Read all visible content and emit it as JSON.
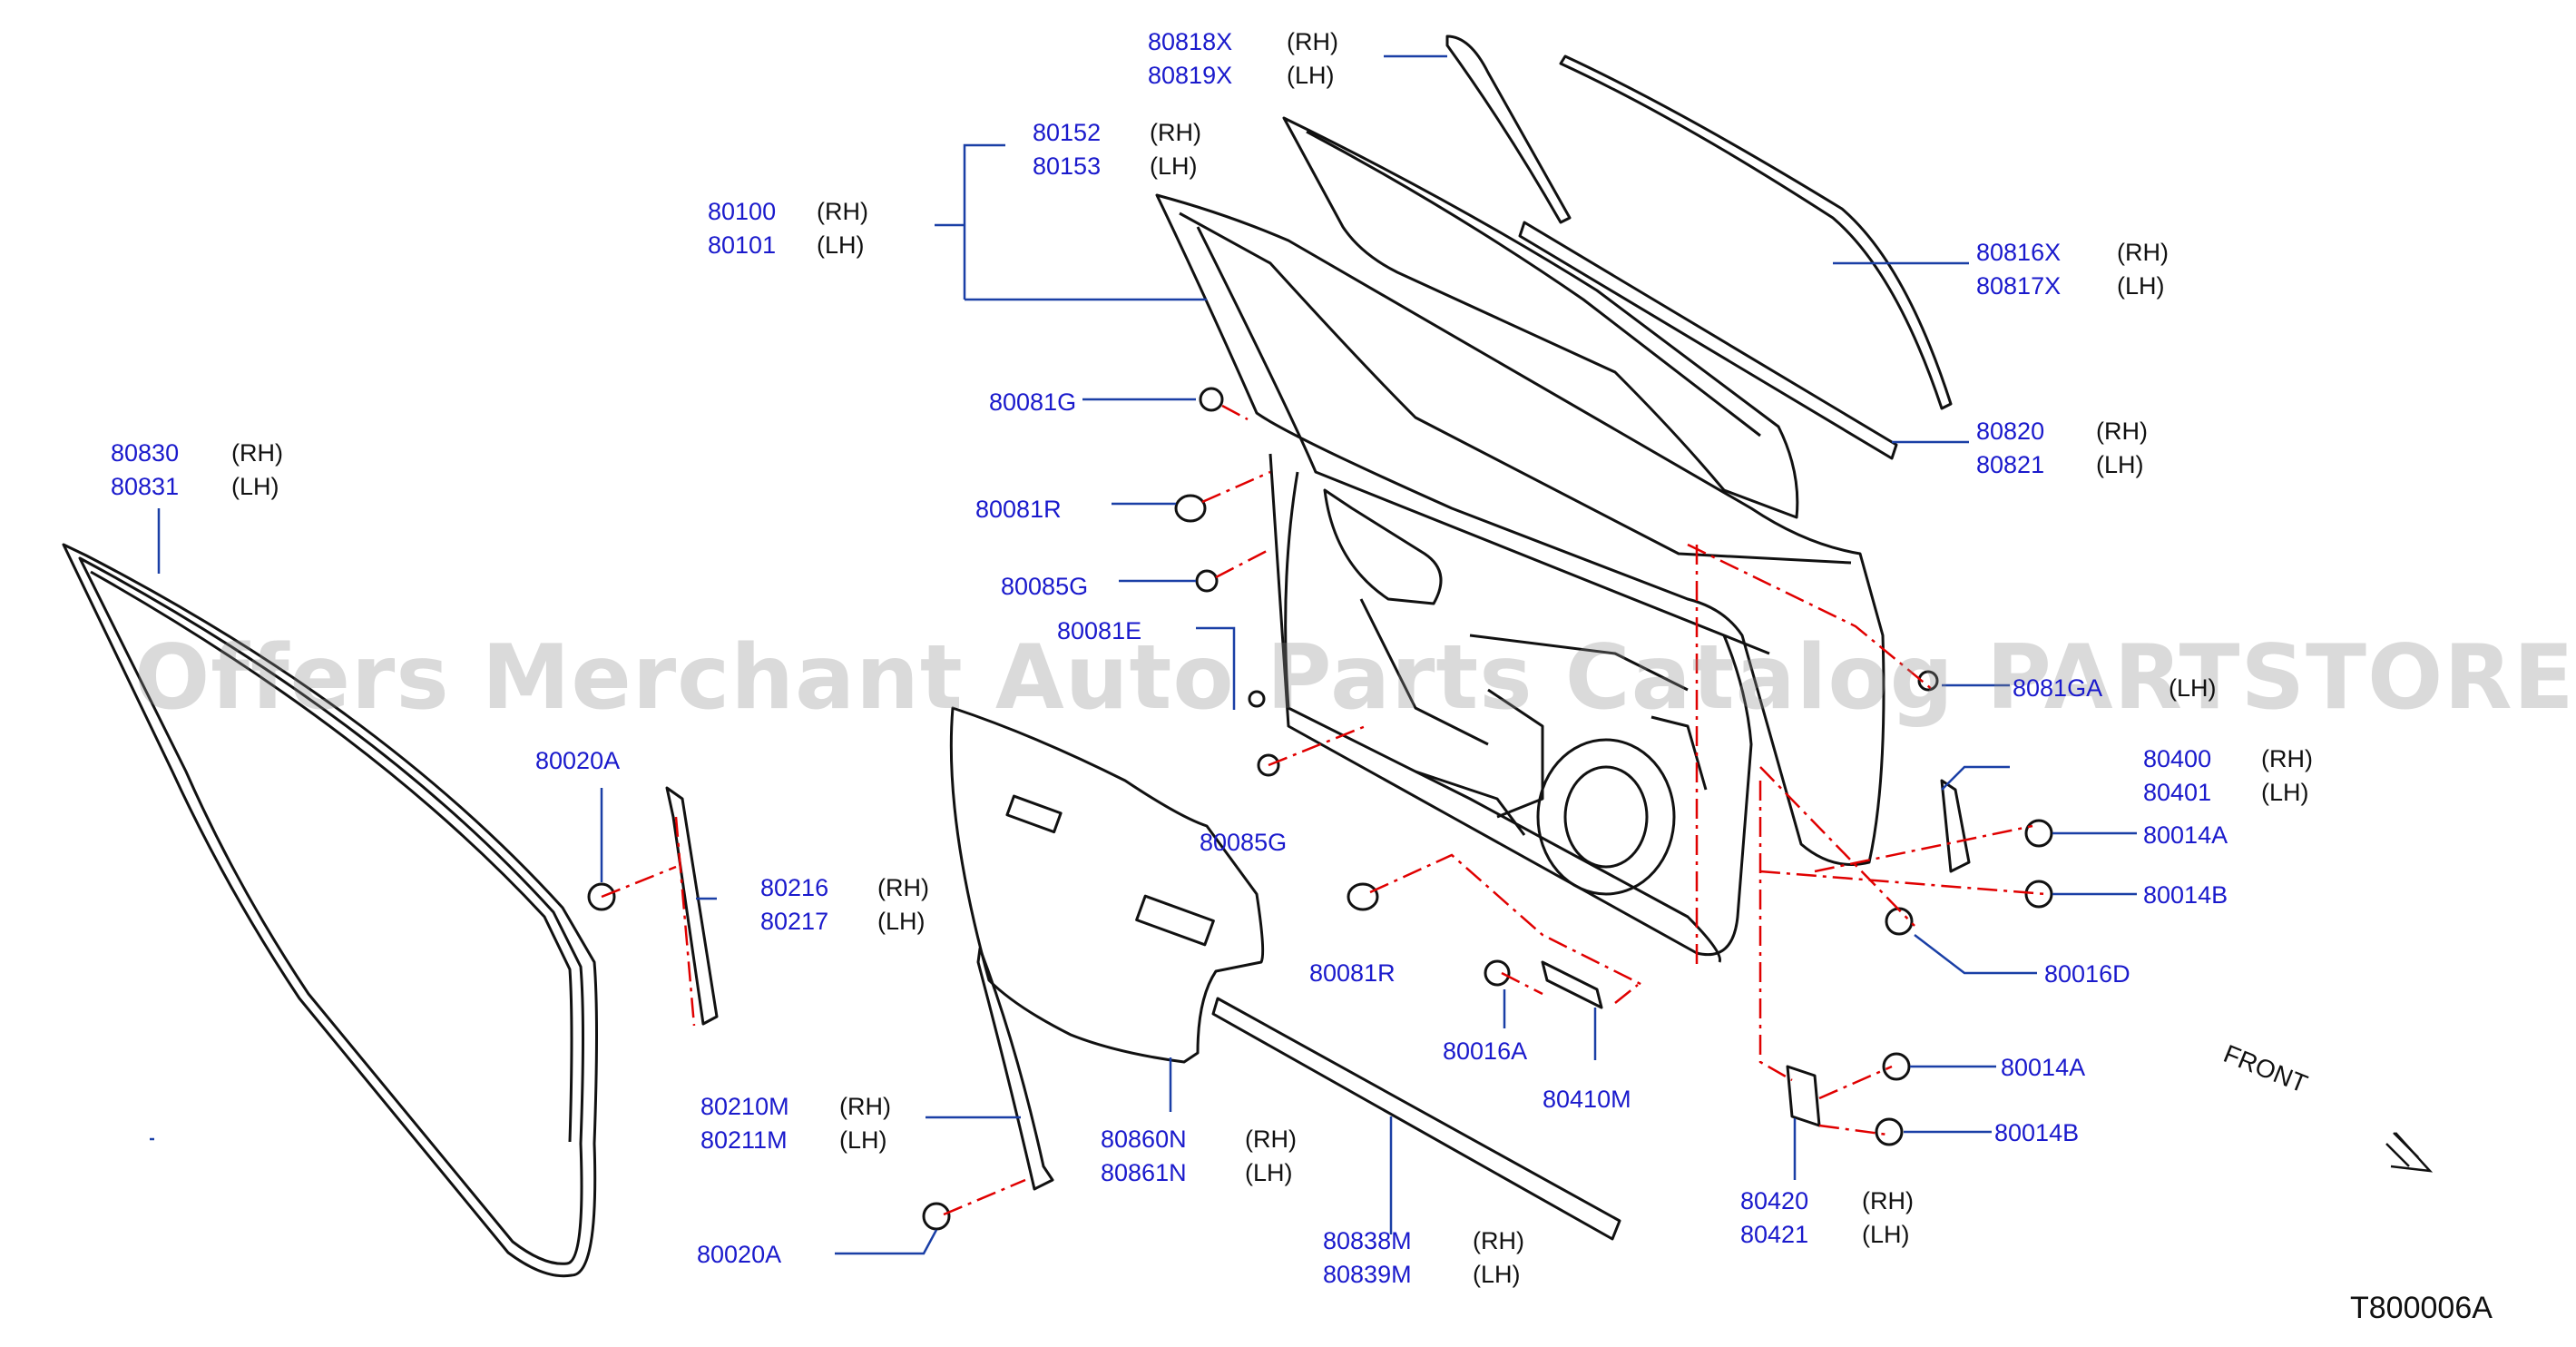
{
  "labels": [
    {
      "id": "80818X",
      "num": "80818X",
      "side": "(RH)"
    },
    {
      "id": "80819X",
      "num": "80819X",
      "side": "(LH)"
    },
    {
      "id": "80152",
      "num": "80152",
      "side": "(RH)"
    },
    {
      "id": "80153",
      "num": "80153",
      "side": "(LH)"
    },
    {
      "id": "80100",
      "num": "80100",
      "side": "(RH)"
    },
    {
      "id": "80101",
      "num": "80101",
      "side": "(LH)"
    },
    {
      "id": "80816X",
      "num": "80816X",
      "side": "(RH)"
    },
    {
      "id": "80817X",
      "num": "80817X",
      "side": "(LH)"
    },
    {
      "id": "80081G",
      "num": "80081G",
      "side": ""
    },
    {
      "id": "80820",
      "num": "80820",
      "side": "(RH)"
    },
    {
      "id": "80821",
      "num": "80821",
      "side": "(LH)"
    },
    {
      "id": "80830",
      "num": "80830",
      "side": "(RH)"
    },
    {
      "id": "80831",
      "num": "80831",
      "side": "(LH)"
    },
    {
      "id": "80081R-top",
      "num": "80081R",
      "side": ""
    },
    {
      "id": "80085G-top",
      "num": "80085G",
      "side": ""
    },
    {
      "id": "80081E",
      "num": "80081E",
      "side": ""
    },
    {
      "id": "8081GA",
      "num": "8081GA",
      "side": "(LH)"
    },
    {
      "id": "80400",
      "num": "80400",
      "side": "(RH)"
    },
    {
      "id": "80401",
      "num": "80401",
      "side": "(LH)"
    },
    {
      "id": "80020A-top",
      "num": "80020A",
      "side": ""
    },
    {
      "id": "80085G-bot",
      "num": "80085G",
      "side": ""
    },
    {
      "id": "80014A-top",
      "num": "80014A",
      "side": ""
    },
    {
      "id": "80216",
      "num": "80216",
      "side": "(RH)"
    },
    {
      "id": "80217",
      "num": "80217",
      "side": "(LH)"
    },
    {
      "id": "80014B-top",
      "num": "80014B",
      "side": ""
    },
    {
      "id": "80081R-bot",
      "num": "80081R",
      "side": ""
    },
    {
      "id": "80016D",
      "num": "80016D",
      "side": ""
    },
    {
      "id": "80016A",
      "num": "80016A",
      "side": ""
    },
    {
      "id": "80014A-bot",
      "num": "80014A",
      "side": ""
    },
    {
      "id": "80410M",
      "num": "80410M",
      "side": ""
    },
    {
      "id": "80210M",
      "num": "80210M",
      "side": "(RH)"
    },
    {
      "id": "80211M",
      "num": "80211M",
      "side": "(LH)"
    },
    {
      "id": "80860N",
      "num": "80860N",
      "side": "(RH)"
    },
    {
      "id": "80861N",
      "num": "80861N",
      "side": "(LH)"
    },
    {
      "id": "80014B-bot",
      "num": "80014B",
      "side": ""
    },
    {
      "id": "80420",
      "num": "80420",
      "side": "(RH)"
    },
    {
      "id": "80421",
      "num": "80421",
      "side": "(LH)"
    },
    {
      "id": "80020A-bot",
      "num": "80020A",
      "side": ""
    },
    {
      "id": "80838M",
      "num": "80838M",
      "side": "(RH)"
    },
    {
      "id": "80839M",
      "num": "80839M",
      "side": "(LH)"
    }
  ],
  "watermark": "Offers Merchant Auto Parts Catalog PARTSTORE.SA",
  "front_label": "FRONT",
  "diagram_code": "T800006A",
  "colors": {
    "part_number": "#1a1acc",
    "leader": "#1a3fa6",
    "phantom": "#e00000",
    "outline": "#111111"
  }
}
